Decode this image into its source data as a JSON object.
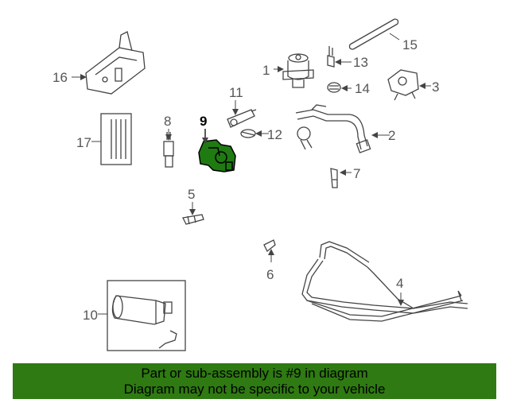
{
  "colors": {
    "highlight_part": "#1f7a12",
    "banner_bg": "#2f7a12",
    "line": "#444444",
    "callout_text": "#555555"
  },
  "diagram": {
    "highlighted_part": "9",
    "parts": [
      {
        "id": "1",
        "label": "1",
        "name": "egr-valve"
      },
      {
        "id": "2",
        "label": "2",
        "name": "egr-tube"
      },
      {
        "id": "3",
        "label": "3",
        "name": "egr-solenoid"
      },
      {
        "id": "4",
        "label": "4",
        "name": "hose-assembly"
      },
      {
        "id": "5",
        "label": "5",
        "name": "fitting"
      },
      {
        "id": "6",
        "label": "6",
        "name": "clip"
      },
      {
        "id": "7",
        "label": "7",
        "name": "connector"
      },
      {
        "id": "8",
        "label": "8",
        "name": "sensor"
      },
      {
        "id": "9",
        "label": "9",
        "name": "purge-valve"
      },
      {
        "id": "10",
        "label": "10",
        "name": "canister"
      },
      {
        "id": "11",
        "label": "11",
        "name": "valve"
      },
      {
        "id": "12",
        "label": "12",
        "name": "clamp"
      },
      {
        "id": "13",
        "label": "13",
        "name": "bracket"
      },
      {
        "id": "14",
        "label": "14",
        "name": "cap"
      },
      {
        "id": "15",
        "label": "15",
        "name": "tube"
      },
      {
        "id": "16",
        "label": "16",
        "name": "pressure-sensor"
      },
      {
        "id": "17",
        "label": "17",
        "name": "hose-kit"
      }
    ]
  },
  "banner": {
    "line1": "Part or sub-assembly is #9 in diagram",
    "line2": "Diagram may not be specific to your vehicle"
  }
}
